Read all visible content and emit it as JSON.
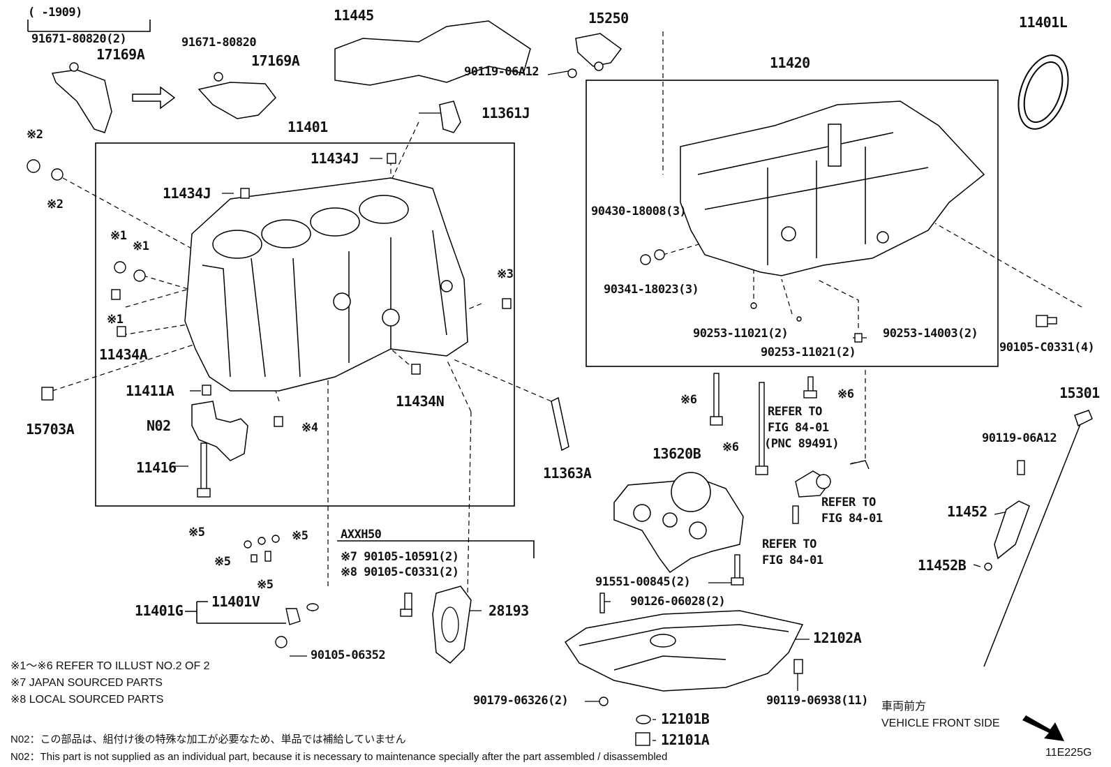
{
  "labels": {
    "range": "(      -1909)",
    "p91671_80820_2": "91671-80820(2)",
    "p91671_80820": "91671-80820",
    "p17169a_a": "17169A",
    "p17169a_b": "17169A",
    "p11445": "11445",
    "p15250": "15250",
    "p90119_06a12_top": "90119-06A12",
    "p11361j": "11361J",
    "p11401": "11401",
    "p11434j_a": "11434J",
    "p11434j_b": "11434J",
    "p11420": "11420",
    "p11401l": "11401L",
    "m2_a": "※2",
    "m2_b": "※2",
    "m1_a": "※1",
    "m1_b": "※1",
    "m1_c": "※1",
    "m3": "※3",
    "p11434a": "11434A",
    "p11411a": "11411A",
    "p11434n": "11434N",
    "p15703a": "15703A",
    "n02": "N02",
    "m4": "※4",
    "p11416": "11416",
    "p11363a": "11363A",
    "p90430": "90430-18008(3)",
    "p90341": "90341-18023(3)",
    "p90253_11021_a": "90253-11021(2)",
    "p90253_11021_b": "90253-11021(2)",
    "p90253_14003": "90253-14003(2)",
    "p90105_c0331_4": "90105-C0331(4)",
    "m6_a": "※6",
    "m6_b": "※6",
    "m6_c": "※6",
    "refer1": "REFER TO",
    "refer1b": "FIG 84-01",
    "refer1c": "(PNC 89491)",
    "refer2": "REFER TO",
    "refer2b": "FIG 84-01",
    "refer3": "REFER TO",
    "refer3b": "FIG 84-01",
    "p13620b": "13620B",
    "p15301": "15301",
    "p90119_06a12": "90119-06A12",
    "p11452": "11452",
    "p11452b": "11452B",
    "m5_a": "※5",
    "m5_b": "※5",
    "m5_c": "※5",
    "m5_d": "※5",
    "axxh50": "AXXH50",
    "m7": "※7 90105-10591(2)",
    "m8": "※8 90105-C0331(2)",
    "p28193": "28193",
    "p11401g": "11401G",
    "p11401v": "11401V",
    "p90105_06352": "90105-06352",
    "p91551": "91551-00845(2)",
    "p90126": "90126-06028(2)",
    "p12102a": "12102A",
    "p90179": "90179-06326(2)",
    "p90119_06938": "90119-06938(11)",
    "p12101b": "12101B",
    "p12101a": "12101A"
  },
  "notes": {
    "n1": "※1～※6  REFER TO ILLUST NO.2 OF 2",
    "n7": "※7 JAPAN SOURCED PARTS",
    "n8": "※8 LOCAL SOURCED PARTS",
    "front_jp": "車両前方",
    "front_en": "VEHICLE FRONT SIDE",
    "n02_jp": "N02：この部品は、組付け後の特殊な加工が必要なため、単品では補給していません",
    "n02_en": "N02：This part is not supplied as an individual part, because it is necessary to maintenance specially after the part assembled / disassembled",
    "illus_id": "11E225G"
  }
}
